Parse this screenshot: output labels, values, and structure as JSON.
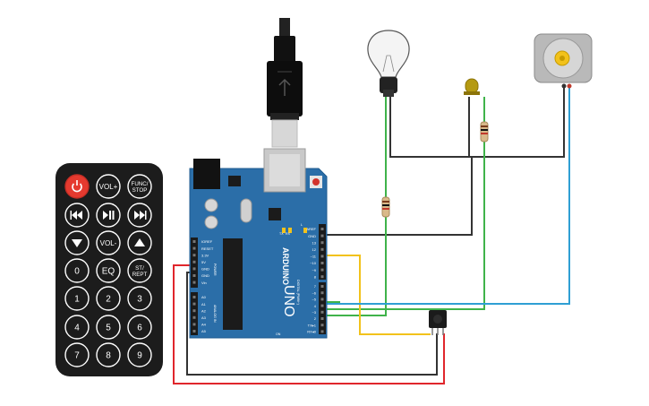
{
  "remote": {
    "buttons": [
      {
        "label": "",
        "icon": "power-icon",
        "kind": "power"
      },
      {
        "label": "VOL+",
        "icon": "",
        "kind": "text"
      },
      {
        "label": "FUNC/\nSTOP",
        "icon": "",
        "kind": "text"
      },
      {
        "label": "",
        "icon": "rewind-icon",
        "kind": "icon"
      },
      {
        "label": "",
        "icon": "play-pause-icon",
        "kind": "icon"
      },
      {
        "label": "",
        "icon": "fast-forward-icon",
        "kind": "icon"
      },
      {
        "label": "",
        "icon": "down-arrow-icon",
        "kind": "icon"
      },
      {
        "label": "VOL-",
        "icon": "",
        "kind": "text"
      },
      {
        "label": "",
        "icon": "up-arrow-icon",
        "kind": "icon"
      },
      {
        "label": "0",
        "icon": "",
        "kind": "text"
      },
      {
        "label": "EQ",
        "icon": "",
        "kind": "text"
      },
      {
        "label": "ST/\nREPT",
        "icon": "",
        "kind": "text"
      },
      {
        "label": "1",
        "icon": "",
        "kind": "text"
      },
      {
        "label": "2",
        "icon": "",
        "kind": "text"
      },
      {
        "label": "3",
        "icon": "",
        "kind": "text"
      },
      {
        "label": "4",
        "icon": "",
        "kind": "text"
      },
      {
        "label": "5",
        "icon": "",
        "kind": "text"
      },
      {
        "label": "6",
        "icon": "",
        "kind": "text"
      },
      {
        "label": "7",
        "icon": "",
        "kind": "text"
      },
      {
        "label": "8",
        "icon": "",
        "kind": "text"
      },
      {
        "label": "9",
        "icon": "",
        "kind": "text"
      }
    ]
  },
  "arduino": {
    "logo": "ARDUINO",
    "model": "UNO",
    "tx_label": "TX",
    "rx_label": "RX",
    "l_label": "L",
    "on_label": "ON",
    "power_header": [
      "IOREF",
      "RESET",
      "3.3V",
      "5V",
      "GND",
      "GND",
      "Vin"
    ],
    "power_section": "POWER",
    "analog_header": [
      "A0",
      "A1",
      "A2",
      "A3",
      "A4",
      "A5"
    ],
    "analog_section": "ANALOG IN",
    "digital_header_top": [
      "AREF",
      "GND",
      "13",
      "12",
      "~11",
      "~10",
      "~9",
      "8"
    ],
    "digital_header_bottom": [
      "7",
      "~6",
      "~5",
      "4",
      "~3",
      "2",
      "TX▸1",
      "RX◂0"
    ],
    "digital_section": "DIGITAL (PWM~)"
  },
  "colors": {
    "board": "#2b6ea8",
    "wire_red": "#e0262c",
    "wire_black": "#333333",
    "wire_green": "#3fb34a",
    "wire_yellow": "#f2c21b",
    "wire_blue": "#2f9fd4",
    "remote_body": "#1c1c1c",
    "power_button": "#e53a2f"
  }
}
